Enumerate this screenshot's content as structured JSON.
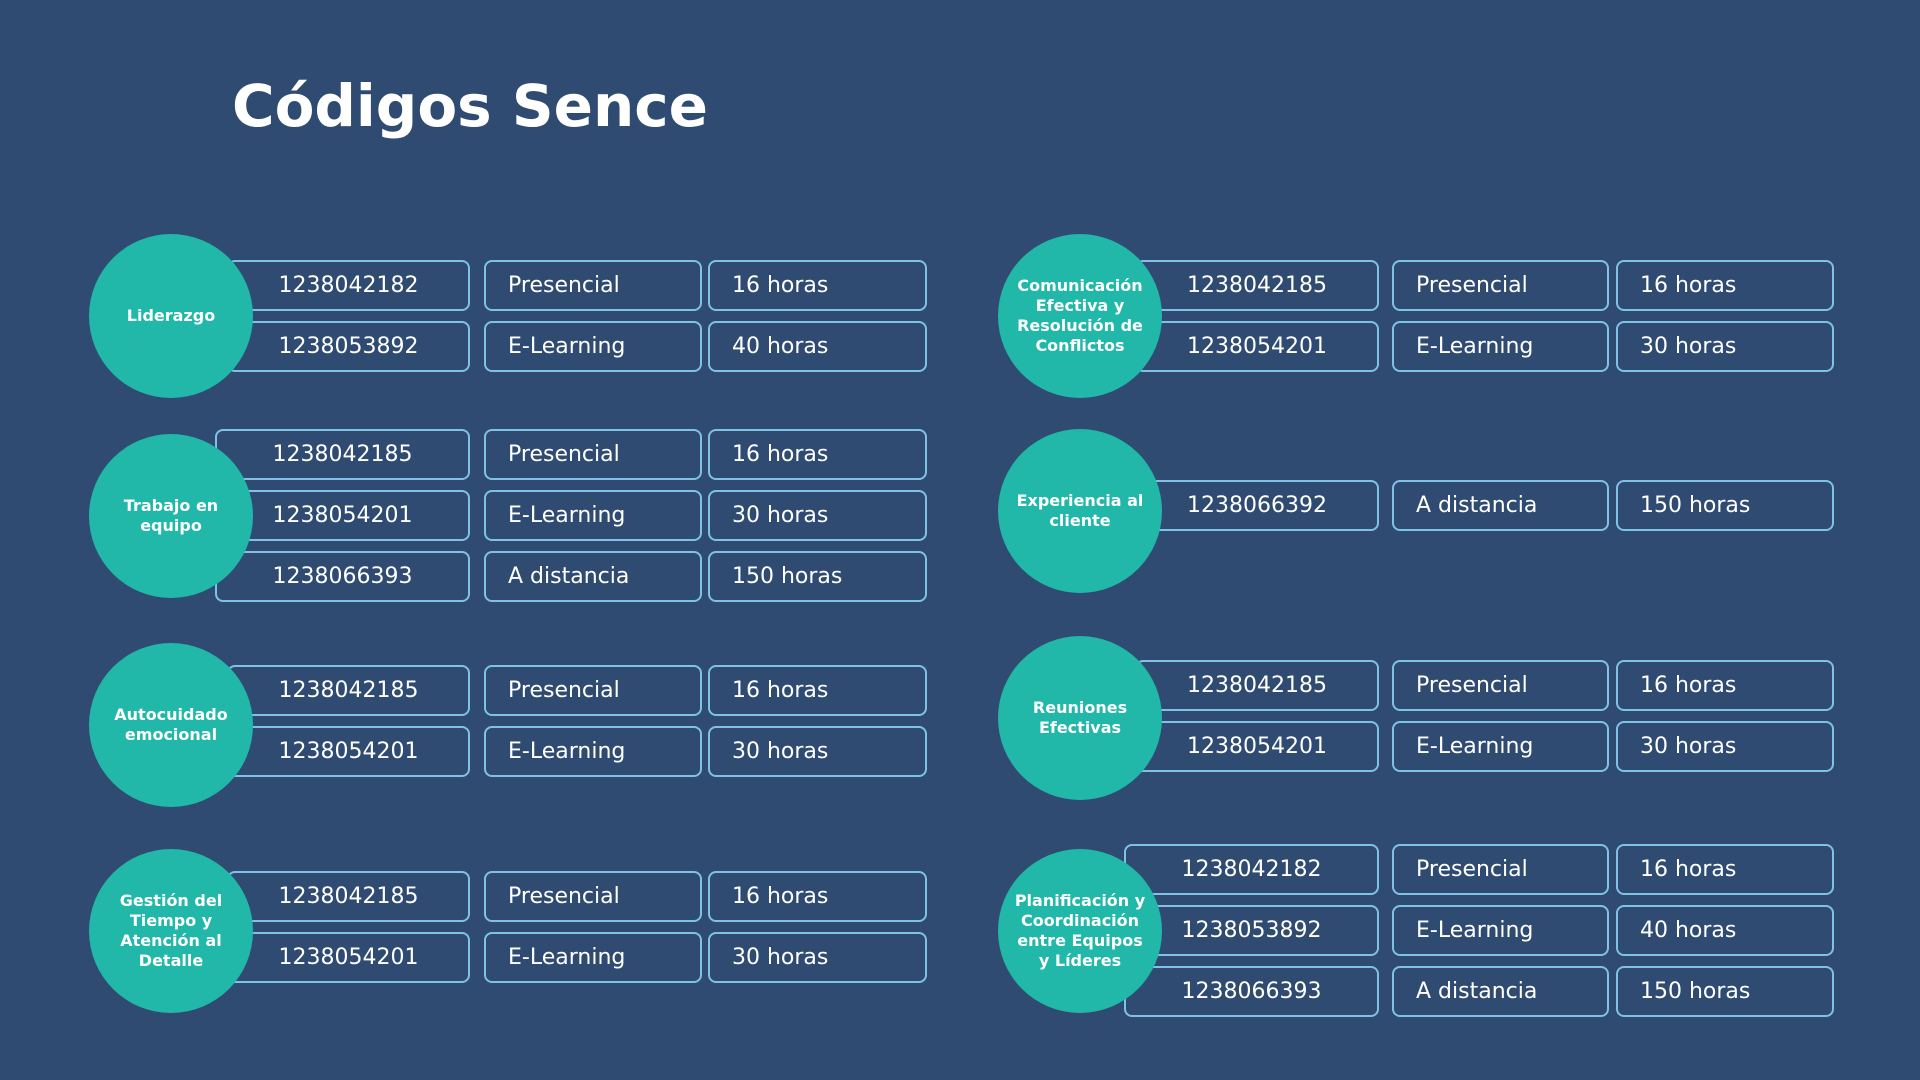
{
  "title": "Códigos Sence",
  "courses": [
    {
      "name": "Liderazgo",
      "rows": [
        {
          "code": "1238042182",
          "mode": "Presencial",
          "hours": "16 horas"
        },
        {
          "code": "1238053892",
          "mode": "E-Learning",
          "hours": "40 horas"
        }
      ]
    },
    {
      "name": "Trabajo en equipo",
      "rows": [
        {
          "code": "1238042185",
          "mode": "Presencial",
          "hours": "16 horas"
        },
        {
          "code": "1238054201",
          "mode": "E-Learning",
          "hours": "30 horas"
        },
        {
          "code": "1238066393",
          "mode": "A distancia",
          "hours": "150 horas"
        }
      ]
    },
    {
      "name": "Autocuidado emocional",
      "rows": [
        {
          "code": "1238042185",
          "mode": "Presencial",
          "hours": "16 horas"
        },
        {
          "code": "1238054201",
          "mode": "E-Learning",
          "hours": "30 horas"
        }
      ]
    },
    {
      "name": "Gestión del Tiempo y Atención al Detalle",
      "rows": [
        {
          "code": "1238042185",
          "mode": "Presencial",
          "hours": "16 horas"
        },
        {
          "code": "1238054201",
          "mode": "E-Learning",
          "hours": "30 horas"
        }
      ]
    },
    {
      "name": "Comunicación Efectiva y Resolución de Conflictos",
      "rows": [
        {
          "code": "1238042185",
          "mode": "Presencial",
          "hours": "16 horas"
        },
        {
          "code": "1238054201",
          "mode": "E-Learning",
          "hours": "30 horas"
        }
      ]
    },
    {
      "name": "Experiencia al cliente",
      "rows": [
        {
          "code": "1238066392",
          "mode": "A distancia",
          "hours": "150 horas"
        }
      ]
    },
    {
      "name": "Reuniones Efectivas",
      "rows": [
        {
          "code": "1238042185",
          "mode": "Presencial",
          "hours": "16 horas"
        },
        {
          "code": "1238054201",
          "mode": "E-Learning",
          "hours": "30 horas"
        }
      ]
    },
    {
      "name": "Planificación y Coordinación entre Equipos y Líderes",
      "rows": [
        {
          "code": "1238042182",
          "mode": "Presencial",
          "hours": "16 horas"
        },
        {
          "code": "1238053892",
          "mode": "E-Learning",
          "hours": "40 horas"
        },
        {
          "code": "1238066393",
          "mode": "A distancia",
          "hours": "150 horas"
        }
      ]
    }
  ]
}
